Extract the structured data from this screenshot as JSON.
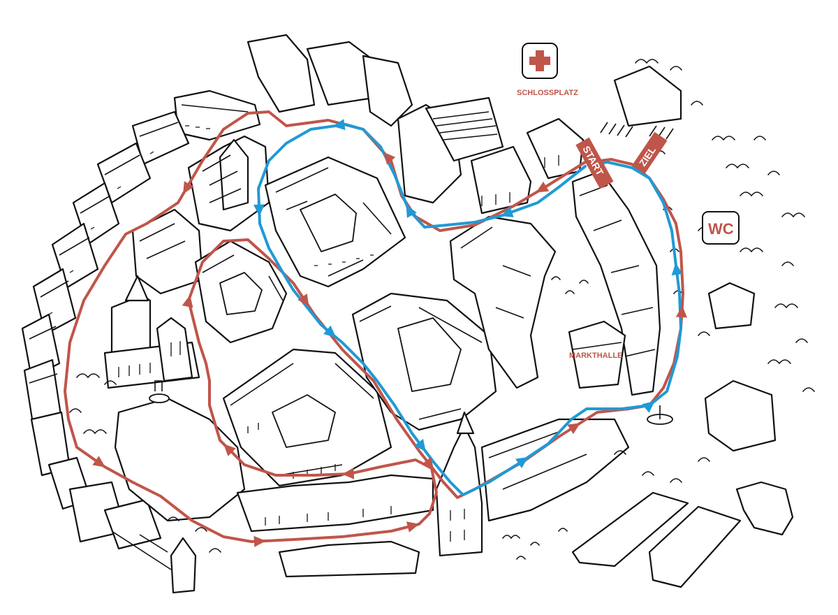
{
  "colors": {
    "red_route": "#c0554a",
    "blue_route": "#1f9ad6",
    "ink": "#111111",
    "label_red": "#c0554a"
  },
  "labels": {
    "schlossplatz": "SCHLOSSPLATZ",
    "markthalle": "MARKTHALLE",
    "start": "START",
    "ziel": "ZIEL",
    "wc": "WC"
  },
  "icons": {
    "first_aid": "first-aid-icon",
    "wc": "wc-icon"
  },
  "routes": [
    {
      "name": "",
      "color": "#c0554a"
    },
    {
      "name": "",
      "color": "#1f9ad6"
    }
  ]
}
